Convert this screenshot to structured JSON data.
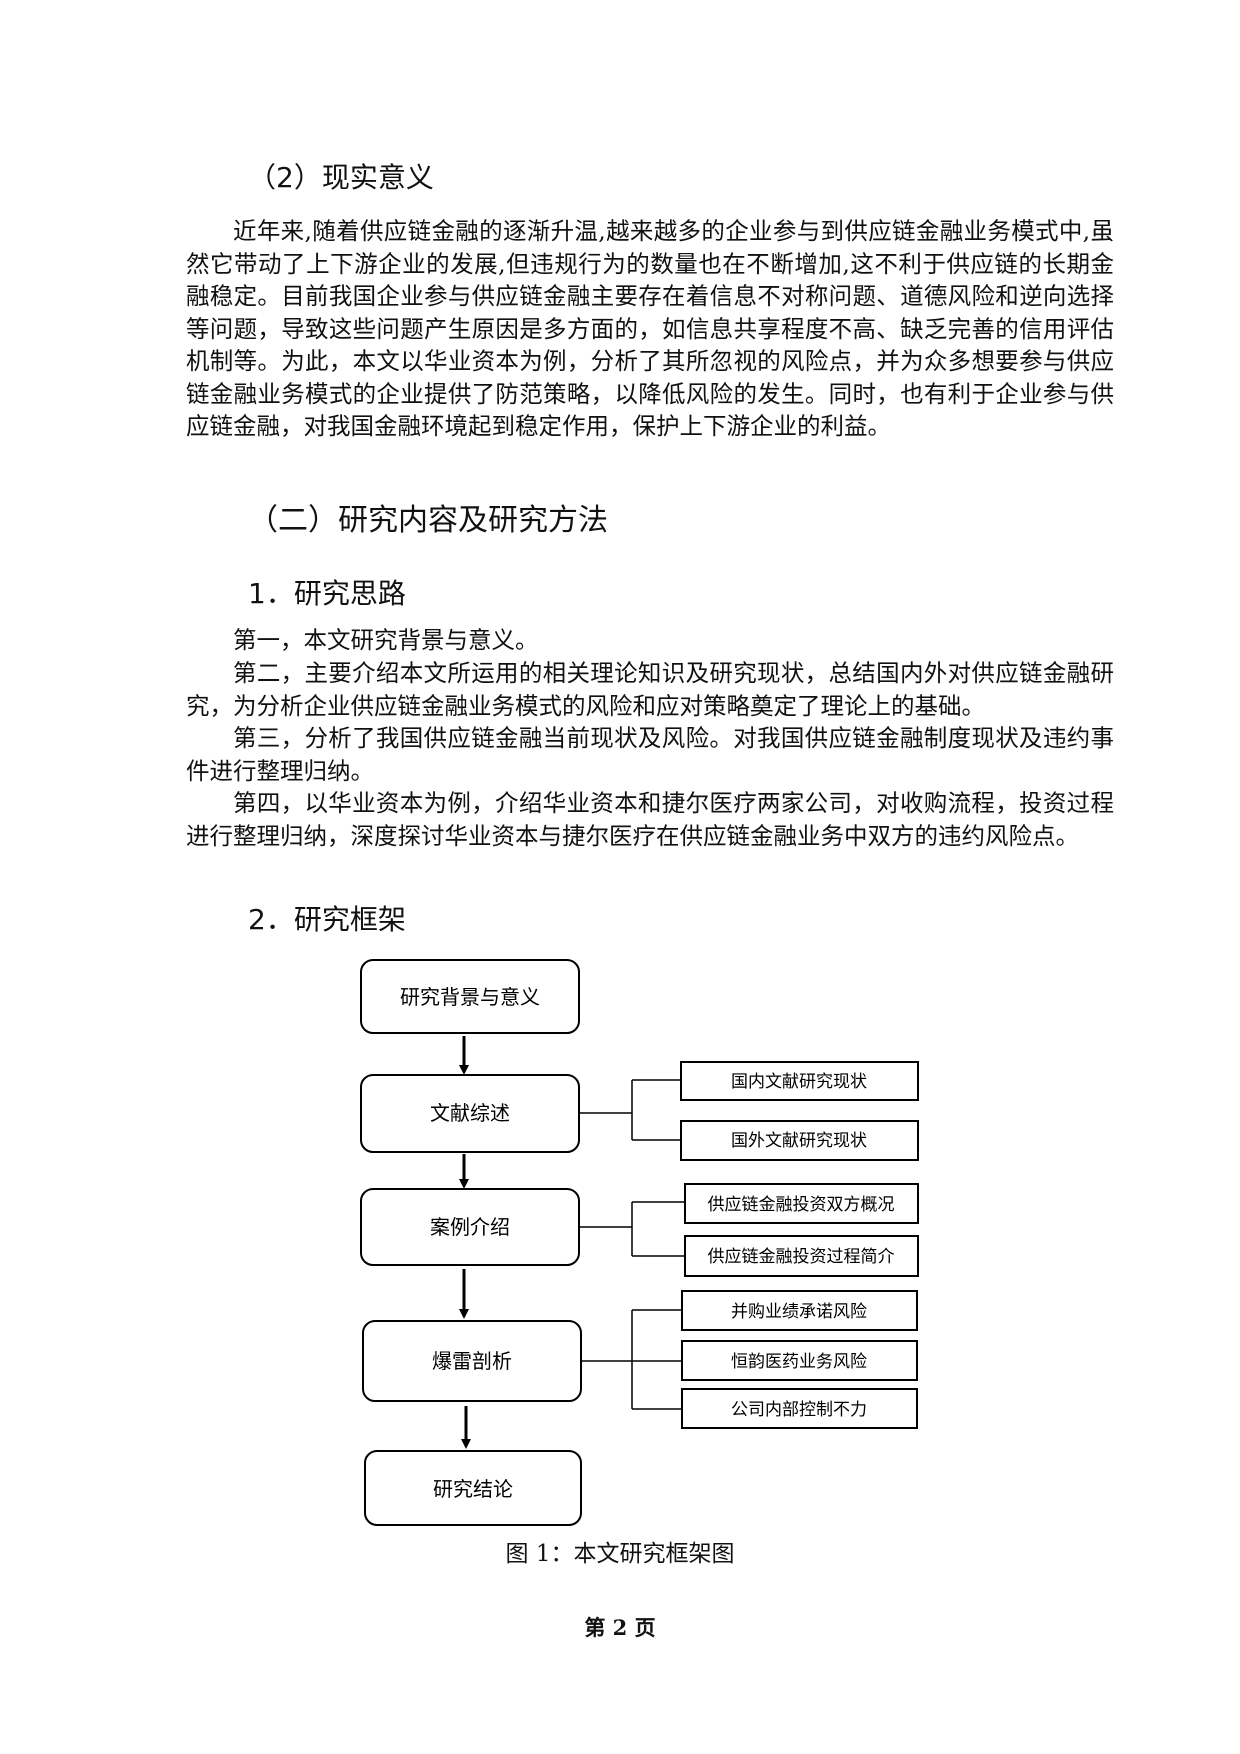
{
  "sections": {
    "significance_heading": "（2）现实意义",
    "significance_text": "近年来,随着供应链金融的逐渐升温,越来越多的企业参与到供应链金融业务模式中,虽然它带动了上下游企业的发展,但违规行为的数量也在不断增加,这不利于供应链的长期金融稳定。目前我国企业参与供应链金融主要存在着信息不对称问题、道德风险和逆向选择等问题，导致这些问题产生原因是多方面的，如信息共享程度不高、缺乏完善的信用评估机制等。为此，本文以华业资本为例，分析了其所忽视的风险点，并为众多想要参与供应链金融业务模式的企业提供了防范策略，以降低风险的发生。同时，也有利于企业参与供应链金融，对我国金融环境起到稳定作用，保护上下游企业的利益。",
    "content_heading": "（二）研究内容及研究方法",
    "approach_heading": "1．研究思路",
    "approach_items": [
      "第一，本文研究背景与意义。",
      "第二，主要介绍本文所运用的相关理论知识及研究现状，总结国内外对供应链金融研究，为分析企业供应链金融业务模式的风险和应对策略奠定了理论上的基础。",
      "第三，分析了我国供应链金融当前现状及风险。对我国供应链金融制度现状及违约事件进行整理归纳。",
      "第四，以华业资本为例，介绍华业资本和捷尔医疗两家公司，对收购流程，投资过程进行整理归纳，深度探讨华业资本与捷尔医疗在供应链金融业务中双方的违约风险点。"
    ],
    "framework_heading": "2．研究框架"
  },
  "diagram": {
    "main_nodes": [
      "研究背景与意义",
      "文献综述",
      "案例介绍",
      "爆雷剖析",
      "研究结论"
    ],
    "literature_children": [
      "国内文献研究现状",
      "国外文献研究现状"
    ],
    "case_children": [
      "供应链金融投资双方概况",
      "供应链金融投资过程简介"
    ],
    "analysis_children": [
      "并购业绩承诺风险",
      "恒韵医药业务风险",
      "公司内部控制不力"
    ]
  },
  "caption": "图 1：本文研究框架图",
  "footer": "第 2 页"
}
